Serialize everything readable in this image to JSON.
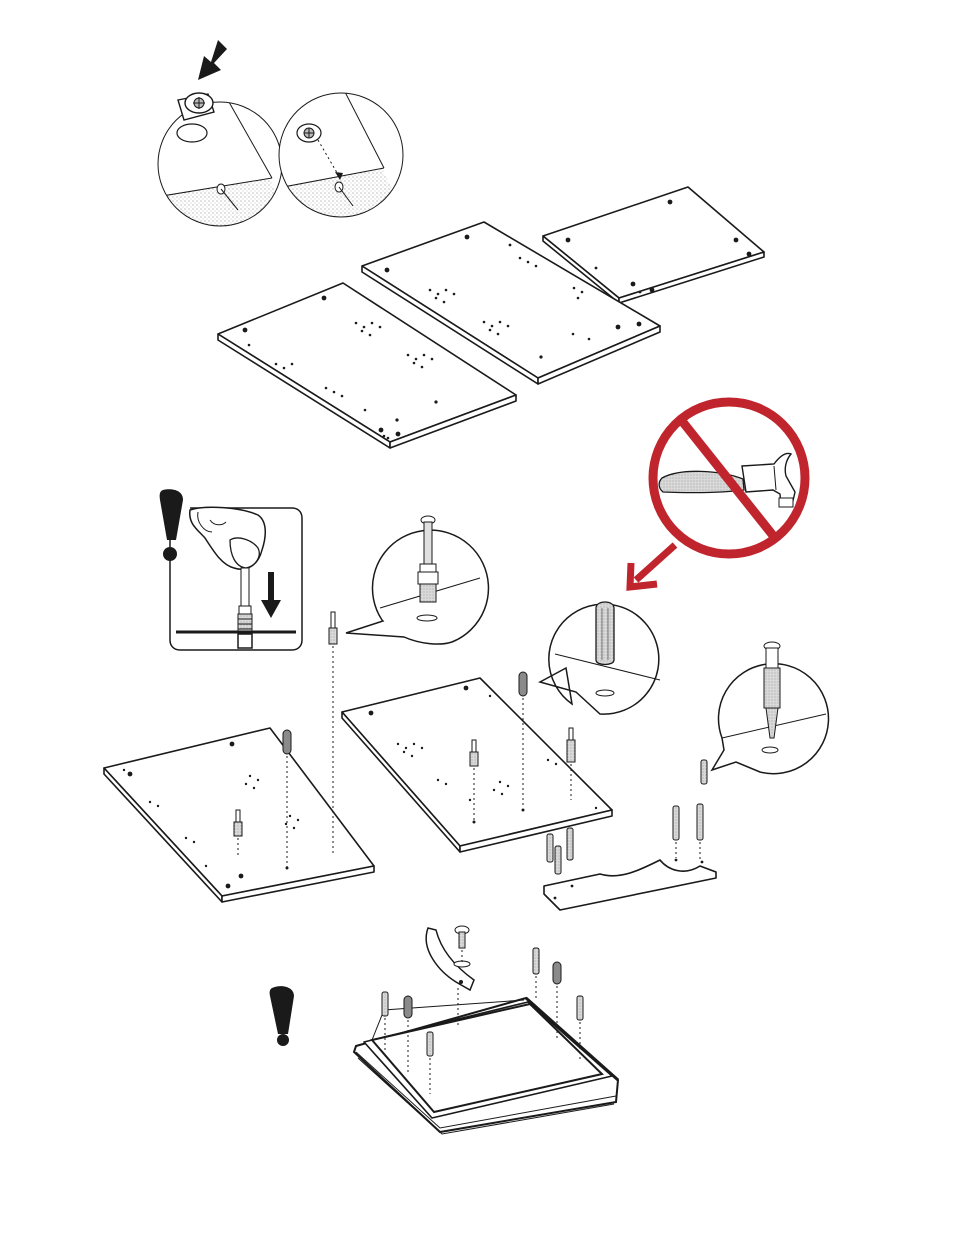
{
  "page": {
    "title": "",
    "background": "#ffffff"
  },
  "colors": {
    "ink": "#1a1a1a",
    "prohibition_red": "#c0252d",
    "dowel_grey": "#8a8a8a",
    "stipple": "#d8d8d8"
  },
  "icons": {
    "warning": "exclamation-mark-icon",
    "prohibition": "no-hammer-icon",
    "tool": "hammer-icon",
    "cam_lock": "cam-lock-icon",
    "cam_bolt": "cam-bolt-icon",
    "dowel": "wooden-dowel-icon",
    "screw": "screw-icon",
    "bracket": "metal-bracket-icon",
    "arrow": "down-arrow-icon"
  },
  "steps": [
    {
      "name": "cam-lock-insertion",
      "callouts": 2
    },
    {
      "name": "panel-layout",
      "panels": 3
    },
    {
      "name": "bolt-and-dowel-insertion",
      "panels": 3
    },
    {
      "name": "base-assembly",
      "panels": 1
    }
  ]
}
